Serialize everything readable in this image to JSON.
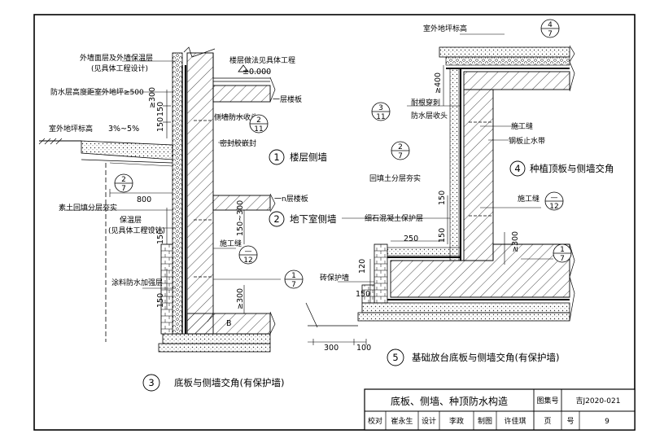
{
  "labels": {
    "outdoor_grade": "室外地坪标高",
    "outdoor_grade_right": "室外地坪标高",
    "ext_wall_line1": "外墙面层及外墙保温层",
    "ext_wall_line2": "(见具体工程设计)",
    "floor_practice": "楼层做法见具体工程",
    "elev_zero": "±0.000",
    "wp_height": "防水层高度距室外地坪≥500",
    "first_floor_slab": "一层楼板",
    "side_wp_end": "侧墙防水收头",
    "seal_paste": "密封胶嵌封",
    "slope": "3%~5%",
    "n_floor_slab": "一n层楼板",
    "backfill": "素土回填分层夯实",
    "insul_line1": "保温层",
    "insul_line2": "(见具体工程设计)",
    "coating_wp": "涂料防水加强层",
    "const_joint_1": "施工缝",
    "wp_end_r1": "耐根穿刺",
    "wp_end_r2": "防水层收头",
    "const_joint_2": "施工缝",
    "steel_stop": "钢板止水带",
    "backfill_r": "回填土分层夯实",
    "fine_stone": "细石混凝土保护层",
    "const_joint_3": "施工缝",
    "brick_wall": "砖保护墙"
  },
  "dims": {
    "d300a": "≥300",
    "d150a": "150",
    "d150b": "150",
    "d800": "800",
    "d150_300": "150~300",
    "d150c": "150",
    "d150d": "150",
    "d300b": "≥300",
    "d400": "≥400",
    "d150r1": "150",
    "d150r2": "150",
    "d250": "250",
    "d300r": "≥300",
    "d120": "120",
    "d150r3": "150",
    "d300c": "300",
    "d100": "100",
    "tick_b": "B"
  },
  "callouts": {
    "c1_top": "2",
    "c1_bot": "11",
    "c2_top": "2",
    "c2_bot": "7",
    "c3_top": "—",
    "c3_bot": "12",
    "c4_top": "1",
    "c4_bot": "7",
    "c5_top": "4",
    "c5_bot": "7",
    "c6_top": "3",
    "c6_bot": "11",
    "c7_top": "2",
    "c7_bot": "7",
    "c8_top": "—",
    "c8_bot": "12",
    "c9_top": "1",
    "c9_bot": "7"
  },
  "details": {
    "d1_num": "1",
    "d1_text": "楼层侧墙",
    "d2_num": "2",
    "d2_text": "地下室侧墙",
    "d3_num": "3",
    "d3_text": "底板与侧墙交角(有保护墙)",
    "d4_num": "4",
    "d4_text": "种植顶板与侧墙交角",
    "d5_num": "5",
    "d5_text": "基础放台底板与侧墙交角(有保护墙)"
  },
  "title_block": {
    "title": "底板、侧墙、种顶防水构造",
    "atlas_label": "图集号",
    "atlas_no": "吉J2020-021",
    "check_label": "校对",
    "checker": "崔永生",
    "design_label": "设计",
    "designer": "李政",
    "draw_label": "制图",
    "drafter": "许佳琪",
    "page_label": "页",
    "page_label2": "号",
    "page_no": "9"
  }
}
